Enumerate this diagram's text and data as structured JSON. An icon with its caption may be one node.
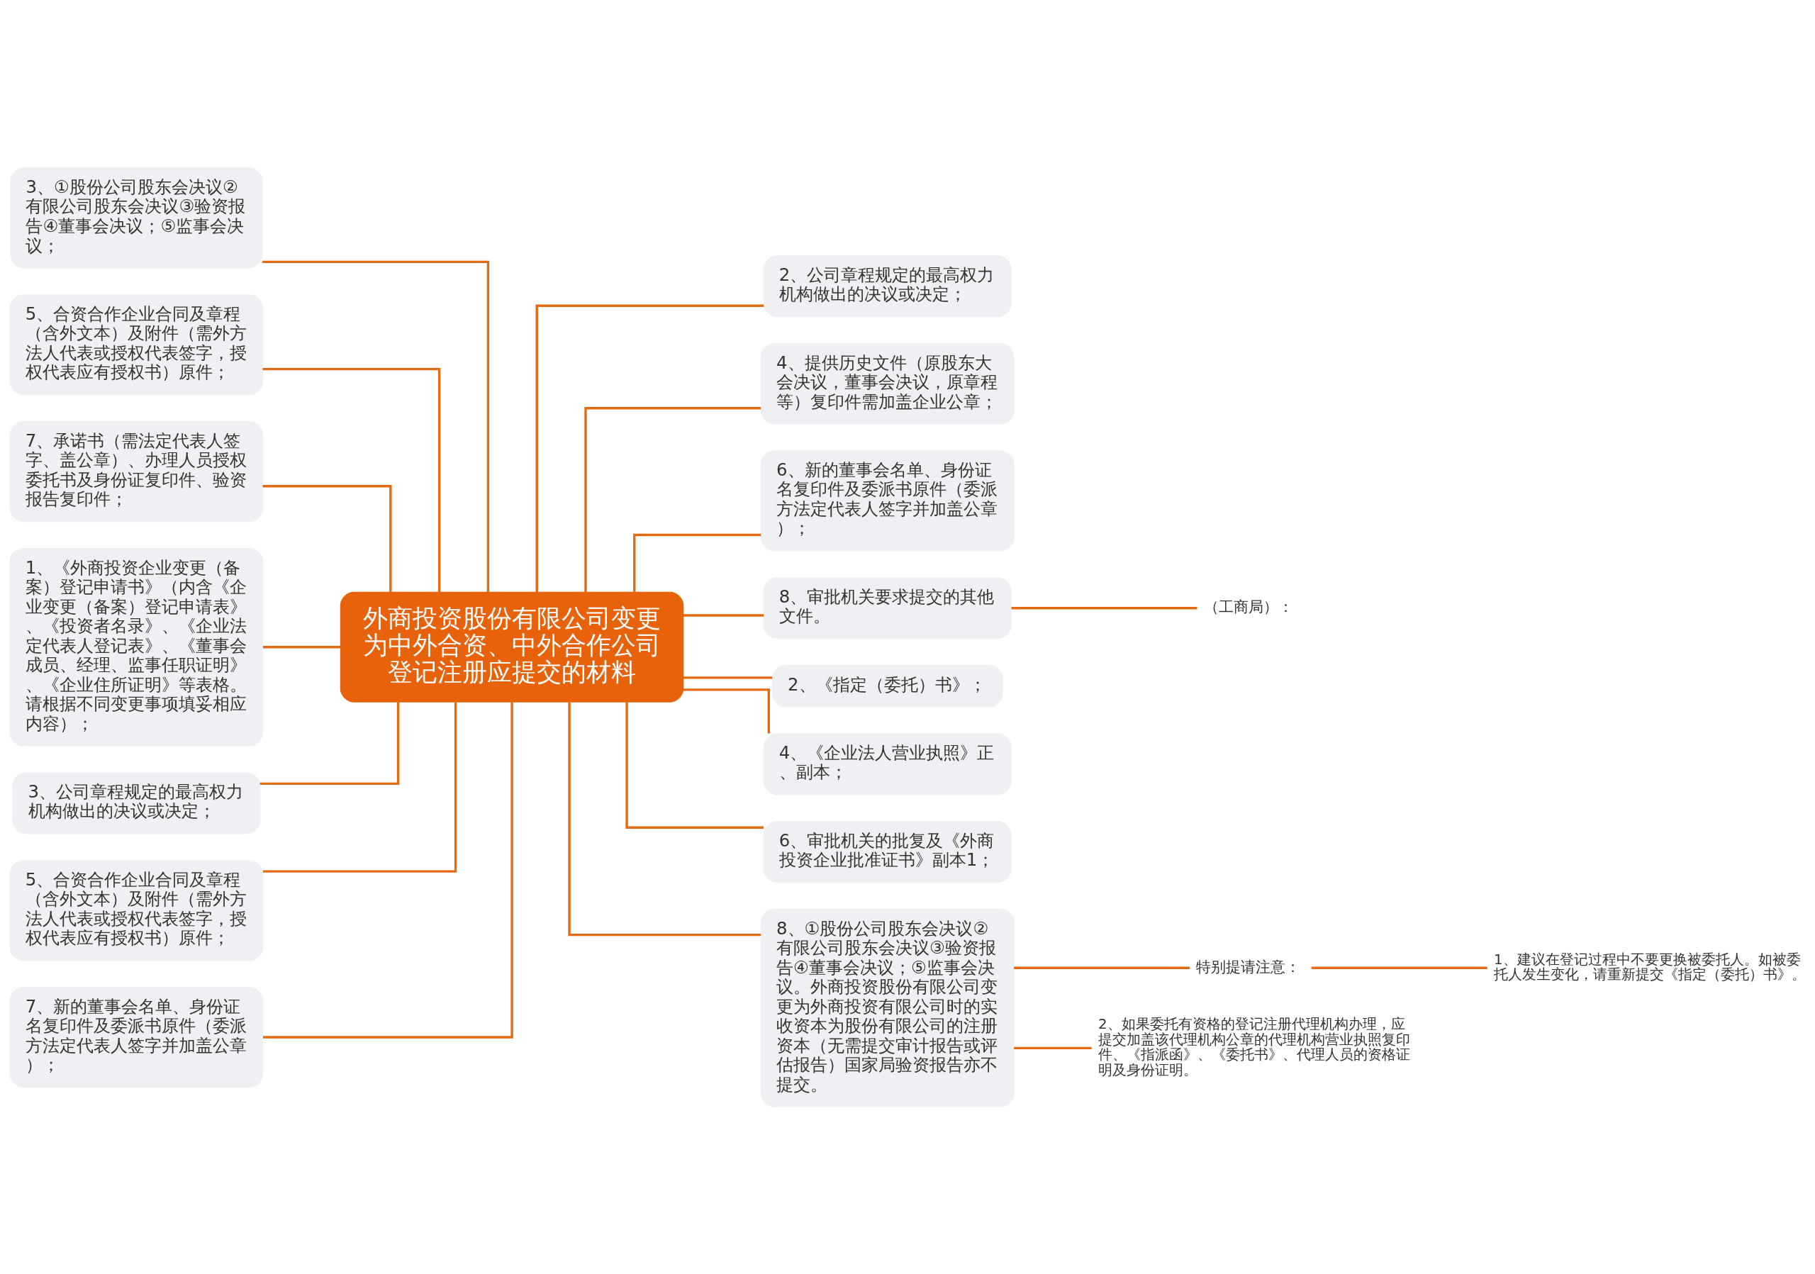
{
  "diagram": {
    "nodes": [
      {
        "text": [
          "外商投资股份有限公司变更为中外合资、中外合作公司登记注册应提交的材料"
        ]
      },
      {
        "text": [
          "3、①股份公司股东会决议②有限公司股东会决议③验资报告④董事会决议；⑤监事会决议；"
        ]
      },
      {
        "text": [
          "5、合资合作企业合同及章程（含外文本）及附件（需外方法人代表或授权代表签字，授权代表应有授权书）原件；"
        ]
      },
      {
        "text": [
          "7、承诺书（需法定代表人签字、盖公章）、办理人员授权委托书及身份证复印件、验资报告复印件；"
        ]
      },
      {
        "text": [
          "1、《外商投资企业变更（备案）登记申请书》（内含《企业变更（备案）登记申请表》、《投资者名录》、《企业法定代表人登记表》、《董事会成员、经理、监事任职证明》、《企业住所证明》等表格。请根据不同变更事项填妥相应内容）；"
        ]
      },
      {
        "text": [
          "3、公司章程规定的最高权力机构做出的决议或决定；"
        ]
      },
      {
        "text": [
          "5、合资合作企业合同及章程（含外文本）及附件（需外方法人代表或授权代表签字，授权代表应有授权书）原件；"
        ]
      },
      {
        "text": [
          "7、新的董事会名单、身份证名复印件及委派书原件（委派方法定代表人签字并加盖公章）；"
        ]
      },
      {
        "text": [
          "2、公司章程规定的最高权力机构做出的决议或决定；"
        ]
      },
      {
        "text": [
          "4、提供历史文件（原股东大会决议，董事会决议，原章程等）复印件需加盖企业公章；"
        ]
      },
      {
        "text": [
          "6、新的董事会名单、身份证名复印件及委派书原件（委派方法定代表人签字并加盖公章）；"
        ]
      },
      {
        "text": [
          "8、审批机关要求提交的其他文件。"
        ]
      },
      {
        "text": [
          "（工商局）："
        ]
      },
      {
        "text": [
          "2、《指定（委托）书》；"
        ]
      },
      {
        "text": [
          "4、《企业法人营业执照》正、副本；"
        ]
      },
      {
        "text": [
          "6、审批机关的批复及《外商投资企业批准证书》副本1；"
        ]
      },
      {
        "text": [
          "8、①股份公司股东会决议②有限公司股东会决议③验资报告④董事会决议；⑤监事会决议。外商投资股份有限公司变更为外商投资有限公司时的实收资本为股份有限公司的注册资本（无需提交审计报告或评估报告）国家局验资报告亦不提交。"
        ]
      },
      {
        "text": [
          "特别提请注意："
        ]
      },
      {
        "text": [
          "1、建议在登记过程中不要更换被委托人。如被委托人发生变化，请重新提交《指定（委托）书》。"
        ]
      },
      {
        "text": [
          "2、如果委托有资格的登记注册代理机构办理，应提交加盖该代理机构公章的代理机构营业执照复印件、《指派函》、《委托书》、代理人员的资格证明及身份证明。"
        ]
      }
    ],
    "edges": [
      {
        "from": 0,
        "to": 1,
        "arrow": "none"
      },
      {
        "from": 0,
        "to": 2,
        "arrow": "none"
      },
      {
        "from": 0,
        "to": 3,
        "arrow": "none"
      },
      {
        "from": 0,
        "to": 4,
        "arrow": "none"
      },
      {
        "from": 0,
        "to": 5,
        "arrow": "none"
      },
      {
        "from": 0,
        "to": 6,
        "arrow": "none"
      },
      {
        "from": 0,
        "to": 7,
        "arrow": "none"
      },
      {
        "from": 0,
        "to": 8,
        "arrow": "none"
      },
      {
        "from": 0,
        "to": 9,
        "arrow": "none"
      },
      {
        "from": 0,
        "to": 10,
        "arrow": "none"
      },
      {
        "from": 0,
        "to": 11,
        "arrow": "none"
      },
      {
        "from": 11,
        "to": 12,
        "arrow": "none"
      },
      {
        "from": 0,
        "to": 13,
        "arrow": "none"
      },
      {
        "from": 0,
        "to": 14,
        "arrow": "none"
      },
      {
        "from": 0,
        "to": 15,
        "arrow": "none"
      },
      {
        "from": 0,
        "to": 16,
        "arrow": "none"
      },
      {
        "from": 16,
        "to": 17,
        "arrow": "none"
      },
      {
        "from": 17,
        "to": 18,
        "arrow": "none"
      },
      {
        "from": 16,
        "to": 19,
        "arrow": "none"
      }
    ]
  }
}
